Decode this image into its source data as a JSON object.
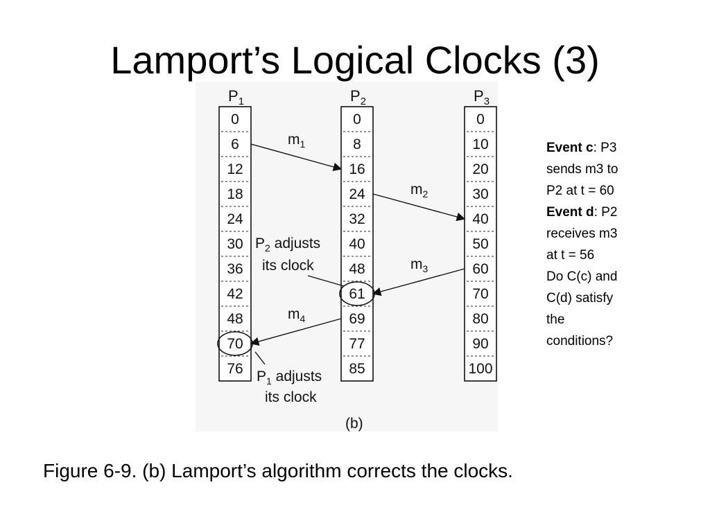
{
  "slide": {
    "title": "Lamport’s Logical Clocks (3)",
    "caption": "Figure 6-9. (b) Lamport’s algorithm corrects the clocks."
  },
  "diagram": {
    "processes": [
      {
        "name": "P",
        "sub": "1",
        "clock": [
          "0",
          "6",
          "12",
          "18",
          "24",
          "30",
          "36",
          "42",
          "48",
          "70",
          "76"
        ]
      },
      {
        "name": "P",
        "sub": "2",
        "clock": [
          "0",
          "8",
          "16",
          "24",
          "32",
          "40",
          "48",
          "61",
          "69",
          "77",
          "85"
        ]
      },
      {
        "name": "P",
        "sub": "3",
        "clock": [
          "0",
          "10",
          "20",
          "30",
          "40",
          "50",
          "60",
          "70",
          "80",
          "90",
          "100"
        ]
      }
    ],
    "messages": [
      {
        "base": "m",
        "sub": "1",
        "from": 0,
        "from_row": 1,
        "to": 1,
        "to_row": 2
      },
      {
        "base": "m",
        "sub": "2",
        "from": 1,
        "from_row": 3,
        "to": 2,
        "to_row": 4
      },
      {
        "base": "m",
        "sub": "3",
        "from": 2,
        "from_row": 6,
        "to": 1,
        "to_row": 7
      },
      {
        "base": "m",
        "sub": "4",
        "from": 1,
        "from_row": 8,
        "to": 0,
        "to_row": 9
      }
    ],
    "circled": [
      {
        "process": 1,
        "row": 7
      },
      {
        "process": 0,
        "row": 9
      }
    ],
    "annotation_p2": {
      "pre": "P",
      "sub": "2",
      "post": " adjusts",
      "line2": "its clock"
    },
    "annotation_p1": {
      "pre": "P",
      "sub": "1",
      "post": " adjusts",
      "line2": "its clock"
    },
    "figure_label": "(b)"
  },
  "side_note": {
    "event_c_label": "Event c",
    "event_c_text": ": P3",
    "line2": "sends m3 to",
    "line3": "P2 at t = 60",
    "event_d_label": "Event d",
    "event_d_text": ": P2",
    "line5": "receives m3",
    "line6": "at t = 56",
    "line7": "Do C(c) and",
    "line8": "C(d) satisfy",
    "line9": "the",
    "line10": "conditions?"
  }
}
